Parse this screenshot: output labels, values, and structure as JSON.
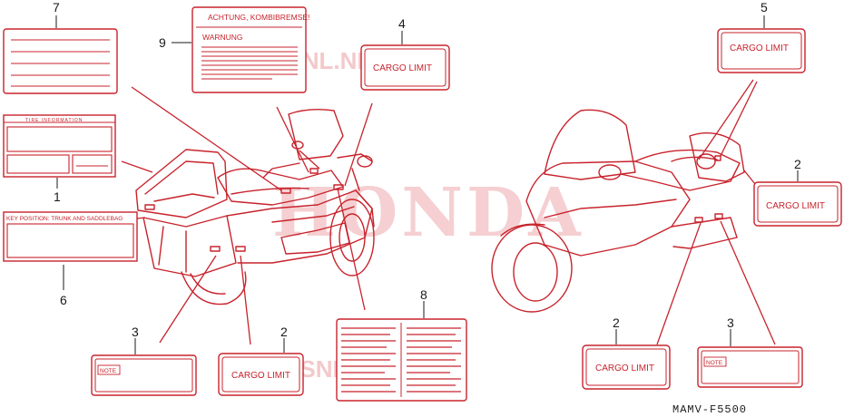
{
  "colors": {
    "line": "#c8232c",
    "callout": "#1a1a1a",
    "watermark": "#f3c9cb"
  },
  "watermark": {
    "brand": "HONDA",
    "site_top": "CMSNL.NET",
    "site_bottom": "CMSNL.NET"
  },
  "callouts": [
    "7",
    "9",
    "4",
    "5",
    "1",
    "2",
    "6",
    "8",
    "3",
    "2",
    "2",
    "3"
  ],
  "labels": {
    "tire_information": "TIRE INFORMATION",
    "achtung": "ACHTUNG, KOMBIBREMSE!",
    "warnung": "WARNUNG",
    "cargo_limit": "CARGO LIMIT",
    "key_position": "KEY POSITION: TRUNK AND SADDLEBAG",
    "note": "NOTE"
  },
  "diagram_code": "MAMV-F5500"
}
